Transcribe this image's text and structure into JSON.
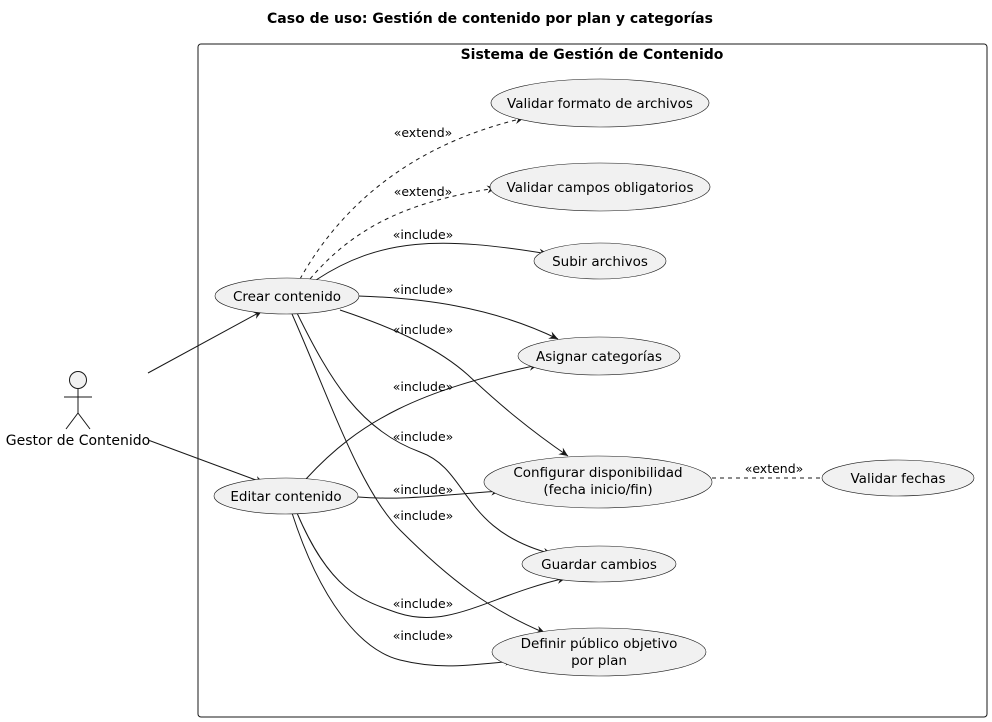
{
  "title": "Caso de uso: Gestión de contenido por plan y categorías",
  "system": {
    "name": "Sistema de Gestión de Contenido"
  },
  "actor": {
    "name": "Gestor de Contenido"
  },
  "use_cases": {
    "validar_formato": [
      "Validar formato de archivos"
    ],
    "validar_campos": [
      "Validar campos obligatorios"
    ],
    "subir_archivos": [
      "Subir archivos"
    ],
    "crear_contenido": [
      "Crear contenido"
    ],
    "asignar_categorias": [
      "Asignar categorías"
    ],
    "configurar_disponibilidad": [
      "Configurar disponibilidad",
      "(fecha inicio/fin)"
    ],
    "validar_fechas": [
      "Validar fechas"
    ],
    "editar_contenido": [
      "Editar contenido"
    ],
    "guardar_cambios": [
      "Guardar cambios"
    ],
    "definir_publico": [
      "Definir público objetivo",
      "por plan"
    ]
  },
  "relations": {
    "crear_validar_formato": "«extend»",
    "crear_validar_campos": "«extend»",
    "crear_subir": "«include»",
    "crear_asignar": "«include»",
    "crear_configurar": "«include»",
    "editar_asignar": "«include»",
    "crear_guardar": "«include»",
    "editar_configurar": "«include»",
    "crear_definir": "«include»",
    "editar_guardar": "«include»",
    "editar_definir": "«include»",
    "configurar_validar_fechas": "«extend»"
  }
}
